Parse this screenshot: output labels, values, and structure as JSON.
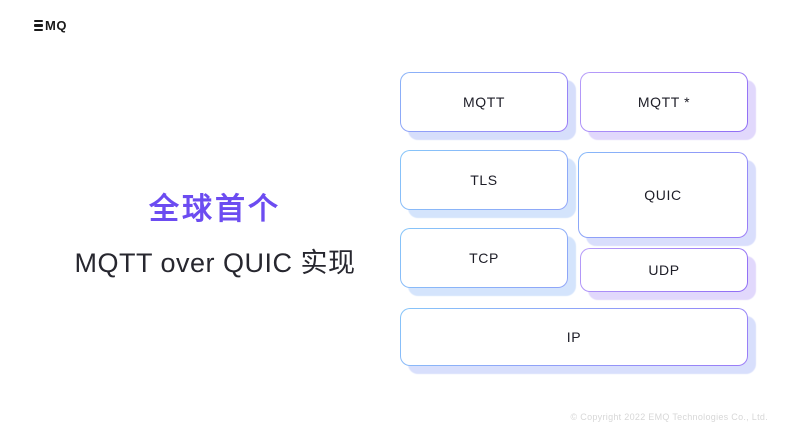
{
  "page": {
    "background": "#ffffff",
    "accent_color": "#6c4cf1"
  },
  "logo": {
    "text": "MQ",
    "icon": "emq-triple-bar"
  },
  "headline": {
    "line1": "全球首个",
    "line2": "MQTT over QUIC 实现"
  },
  "diagram": {
    "type": "protocol-stack",
    "boxes": [
      {
        "id": "mqtt",
        "label": "MQTT",
        "column": "left",
        "row": 1
      },
      {
        "id": "mqtt-star",
        "label": "MQTT *",
        "column": "right",
        "row": 1
      },
      {
        "id": "tls",
        "label": "TLS",
        "column": "left",
        "row": 2
      },
      {
        "id": "quic",
        "label": "QUIC",
        "column": "right",
        "row": 2
      },
      {
        "id": "tcp",
        "label": "TCP",
        "column": "left",
        "row": 3
      },
      {
        "id": "udp",
        "label": "UDP",
        "column": "right",
        "row": 3
      },
      {
        "id": "ip",
        "label": "IP",
        "column": "full",
        "row": 4
      }
    ],
    "border_colors": {
      "blue": "#86c5f9",
      "purple": "#8f6df5"
    },
    "shadow_colors": {
      "blue": "#d4e4fc",
      "purple": "#e1d8fc"
    }
  },
  "footer": {
    "copyright": "© Copyright 2022 EMQ Technologies Co., Ltd."
  }
}
